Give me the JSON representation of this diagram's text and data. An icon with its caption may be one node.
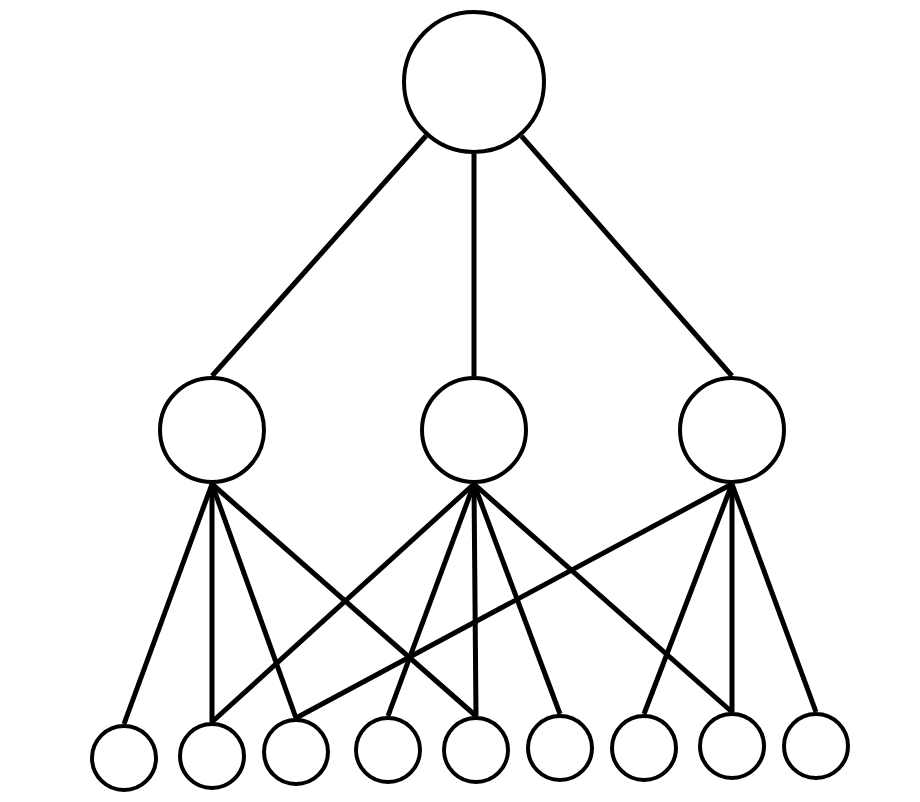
{
  "diagram": {
    "nodes": [
      {
        "text": [],
        "shape": "circle"
      },
      {
        "text": [],
        "shape": "circle"
      },
      {
        "text": [],
        "shape": "circle"
      },
      {
        "text": [],
        "shape": "circle"
      },
      {
        "text": [],
        "shape": "circle"
      },
      {
        "text": [],
        "shape": "circle"
      },
      {
        "text": [],
        "shape": "circle"
      },
      {
        "text": [],
        "shape": "circle"
      },
      {
        "text": [],
        "shape": "circle"
      },
      {
        "text": [],
        "shape": "circle"
      },
      {
        "text": [],
        "shape": "circle"
      },
      {
        "text": [],
        "shape": "circle"
      },
      {
        "text": [],
        "shape": "circle"
      }
    ],
    "edges": [
      {
        "from": 0,
        "to": 1,
        "arrow": "none"
      },
      {
        "from": 0,
        "to": 2,
        "arrow": "none"
      },
      {
        "from": 0,
        "to": 3,
        "arrow": "none"
      },
      {
        "from": 1,
        "to": 4,
        "arrow": "none"
      },
      {
        "from": 1,
        "to": 5,
        "arrow": "none"
      },
      {
        "from": 1,
        "to": 6,
        "arrow": "none"
      },
      {
        "from": 1,
        "to": 8,
        "arrow": "none"
      },
      {
        "from": 2,
        "to": 5,
        "arrow": "none"
      },
      {
        "from": 2,
        "to": 7,
        "arrow": "none"
      },
      {
        "from": 2,
        "to": 8,
        "arrow": "none"
      },
      {
        "from": 2,
        "to": 9,
        "arrow": "none"
      },
      {
        "from": 2,
        "to": 11,
        "arrow": "none"
      },
      {
        "from": 3,
        "to": 6,
        "arrow": "none"
      },
      {
        "from": 3,
        "to": 10,
        "arrow": "none"
      },
      {
        "from": 3,
        "to": 11,
        "arrow": "none"
      },
      {
        "from": 3,
        "to": 12,
        "arrow": "none"
      }
    ]
  }
}
